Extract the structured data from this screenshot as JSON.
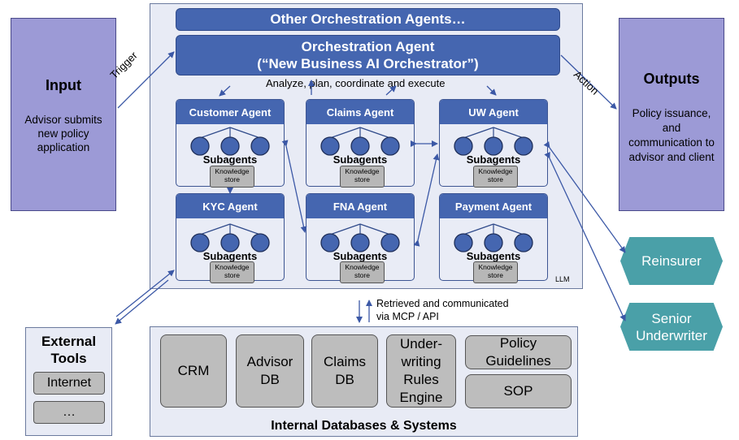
{
  "input": {
    "title": "Input",
    "body": "Advisor submits new policy application"
  },
  "outputs": {
    "title": "Outputs",
    "body": "Policy issuance, and communication to advisor and client"
  },
  "trigger_label": "Trigger",
  "action_label": "Action",
  "other_agents": "Other Orchestration Agents…",
  "orchestrator": {
    "line1": "Orchestration Agent",
    "line2": "(“New Business AI Orchestrator”)"
  },
  "analyze_label": "Analyze, plan, coordinate and execute",
  "agents": [
    {
      "name": "Customer Agent",
      "sub": "Subagents",
      "ks": "Knowledge store"
    },
    {
      "name": "Claims Agent",
      "sub": "Subagents",
      "ks": "Knowledge store"
    },
    {
      "name": "UW Agent",
      "sub": "Subagents",
      "ks": "Knowledge store"
    },
    {
      "name": "KYC Agent",
      "sub": "Subagents",
      "ks": "Knowledge store"
    },
    {
      "name": "FNA Agent",
      "sub": "Subagents",
      "ks": "Knowledge store"
    },
    {
      "name": "Payment Agent",
      "sub": "Subagents",
      "ks": "Knowledge store"
    }
  ],
  "llm_label": "LLM",
  "retrieved_label": {
    "line1": "Retrieved and communicated",
    "line2": "via MCP / API"
  },
  "external_tools": {
    "title": "External Tools",
    "items": [
      "Internet",
      "…"
    ]
  },
  "databases": {
    "title": "Internal Databases & Systems",
    "items": [
      "CRM",
      "Advisor DB",
      "Claims DB",
      "Under-writing Rules Engine",
      "Policy Guidelines",
      "SOP"
    ]
  },
  "reinsurer": "Reinsurer",
  "senior_underwriter": "Senior Underwriter",
  "colors": {
    "violet": "#9c9ad6",
    "agent_blue": "#4566b0",
    "panel": "#e8ebf5",
    "teal": "#4aa0a8",
    "db_grey": "#bdbdbd"
  }
}
